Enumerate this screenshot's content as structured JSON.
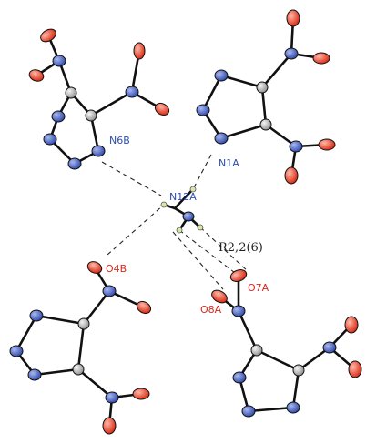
{
  "labels": {
    "n6b": "N6B",
    "n1a": "N1A",
    "n12a": "N12A",
    "o4b": "O4B",
    "o7a": "O7A",
    "o8a": "O8A",
    "motif": "R2,2(6)"
  },
  "colors": {
    "nitrogen": "#3a55b8",
    "oxygen": "#e23a1e",
    "carbon": "#b8b8b8",
    "hydrogen": "#d8e8a8",
    "bond": "#111111",
    "label_blue": "#2c4fb0",
    "label_red": "#d8281c"
  },
  "atom_types": [
    "nitrogen",
    "oxygen",
    "carbon",
    "hydrogen"
  ]
}
